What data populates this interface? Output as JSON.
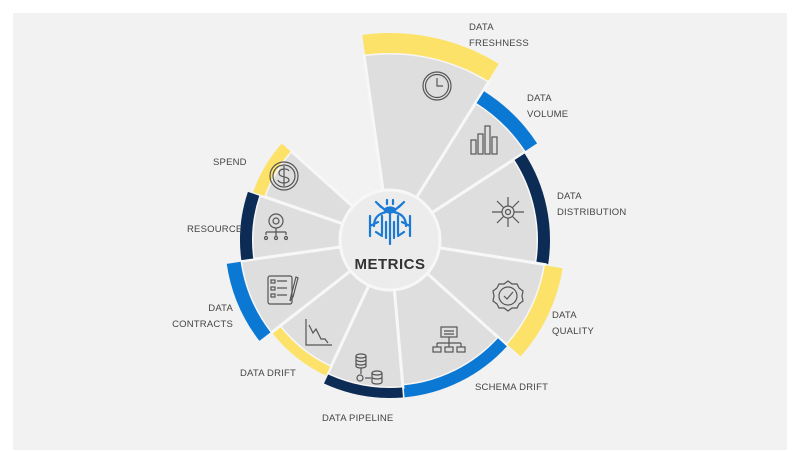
{
  "center": {
    "title": "METRICS",
    "logo_color": "#1a7ad4"
  },
  "colors": {
    "yellow": "#fde26a",
    "blue": "#0b78d4",
    "navy": "#0c2b55",
    "wedge": "#dedede",
    "center": "#ececec"
  },
  "segments": [
    {
      "id": "data-freshness",
      "lines": [
        "DATA",
        "FRESHNESS"
      ],
      "icon": "clock-icon",
      "band": "yellow"
    },
    {
      "id": "data-volume",
      "lines": [
        "DATA",
        "VOLUME"
      ],
      "icon": "bar-chart-icon",
      "band": "blue"
    },
    {
      "id": "data-distribution",
      "lines": [
        "DATA",
        "DISTRIBUTION"
      ],
      "icon": "network-hub-icon",
      "band": "navy"
    },
    {
      "id": "data-quality",
      "lines": [
        "DATA",
        "QUALITY"
      ],
      "icon": "quality-badge-icon",
      "band": "yellow"
    },
    {
      "id": "schema-drift",
      "lines": [
        "SCHEMA DRIFT"
      ],
      "icon": "org-chart-icon",
      "band": "blue"
    },
    {
      "id": "data-pipeline",
      "lines": [
        "DATA PIPELINE"
      ],
      "icon": "database-pipeline-icon",
      "band": "navy"
    },
    {
      "id": "data-drift",
      "lines": [
        "DATA DRIFT"
      ],
      "icon": "declining-chart-icon",
      "band": "yellow"
    },
    {
      "id": "data-contracts",
      "lines": [
        "DATA",
        "CONTRACTS"
      ],
      "icon": "checklist-icon",
      "band": "blue"
    },
    {
      "id": "resource",
      "lines": [
        "RESOURCE"
      ],
      "icon": "gear-nodes-icon",
      "band": "navy"
    },
    {
      "id": "spend",
      "lines": [
        "SPEND"
      ],
      "icon": "dollar-coin-icon",
      "band": "yellow"
    }
  ]
}
